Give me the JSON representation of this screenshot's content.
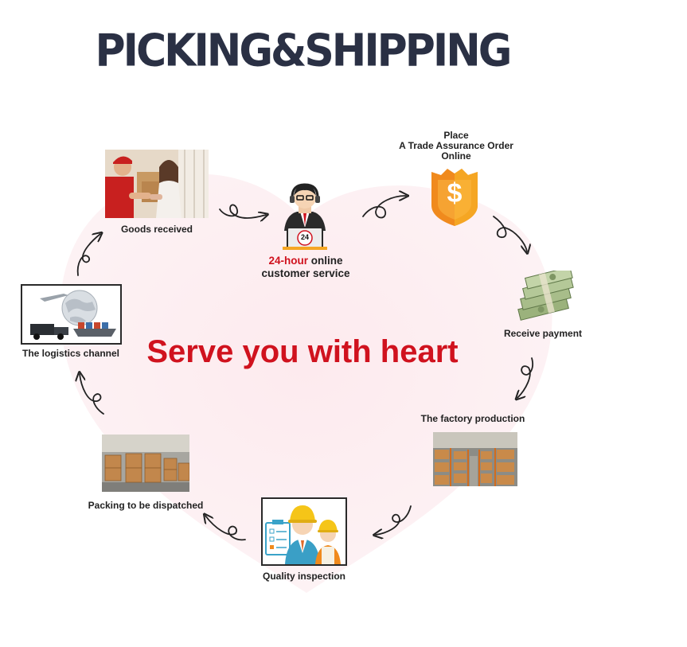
{
  "title": "PICKING&SHIPPING",
  "slogan": "Serve you with heart",
  "steps": {
    "goods_received": "Goods received",
    "service_highlight": "24-hour",
    "service_line1_rest": " online",
    "service_line2": "customer service",
    "order_line1": "Place",
    "order_line2": "A Trade Assurance Order",
    "order_line3": "Online",
    "receive_payment": "Receive payment",
    "factory_production": "The factory production",
    "quality_inspection": "Quality inspection",
    "packing": "Packing to be dispatched",
    "logistics": "The logistics channel"
  },
  "badge_24": "24",
  "shield_symbol": "$",
  "colors": {
    "title": "#2a3044",
    "accent_red": "#d0121e",
    "heart_fill": "#fdeff2",
    "shield_orange": "#f5a623",
    "arrow": "#222222"
  },
  "icons": {
    "service": "headset-agent-icon",
    "order": "dollar-shield-icon",
    "payment": "money-stack-icon",
    "quality": "inspectors-icon",
    "logistics": "globe-transport-icon"
  }
}
